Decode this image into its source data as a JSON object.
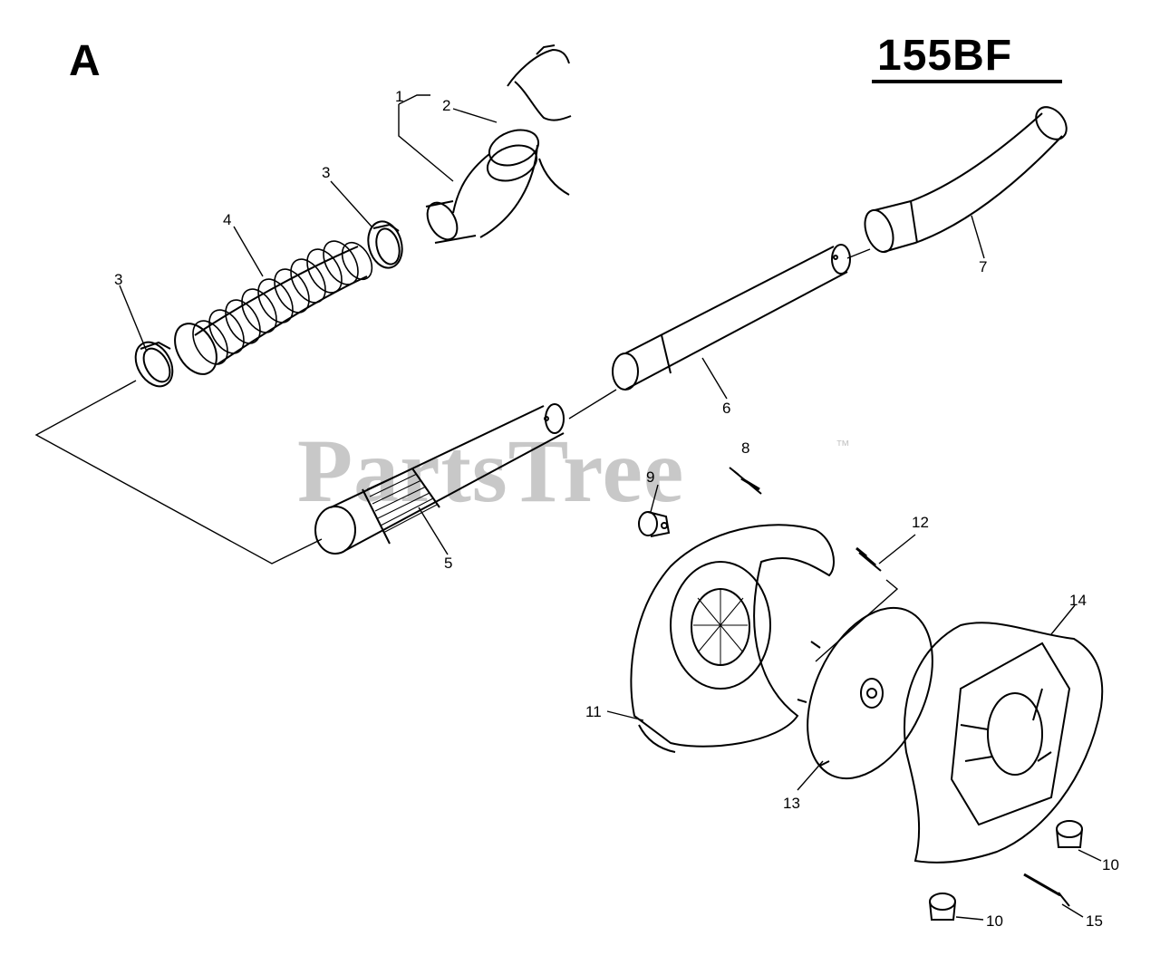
{
  "diagram": {
    "section_letter": "A",
    "model_code": "155BF",
    "watermark": "PartsTree",
    "trademark": "™",
    "callouts": {
      "c1": "1",
      "c2": "2",
      "c3a": "3",
      "c3b": "3",
      "c4": "4",
      "c5": "5",
      "c6": "6",
      "c7": "7",
      "c8": "8",
      "c9": "9",
      "c10a": "10",
      "c10b": "10",
      "c11": "11",
      "c12": "12",
      "c13": "13",
      "c14": "14",
      "c15": "15"
    }
  }
}
